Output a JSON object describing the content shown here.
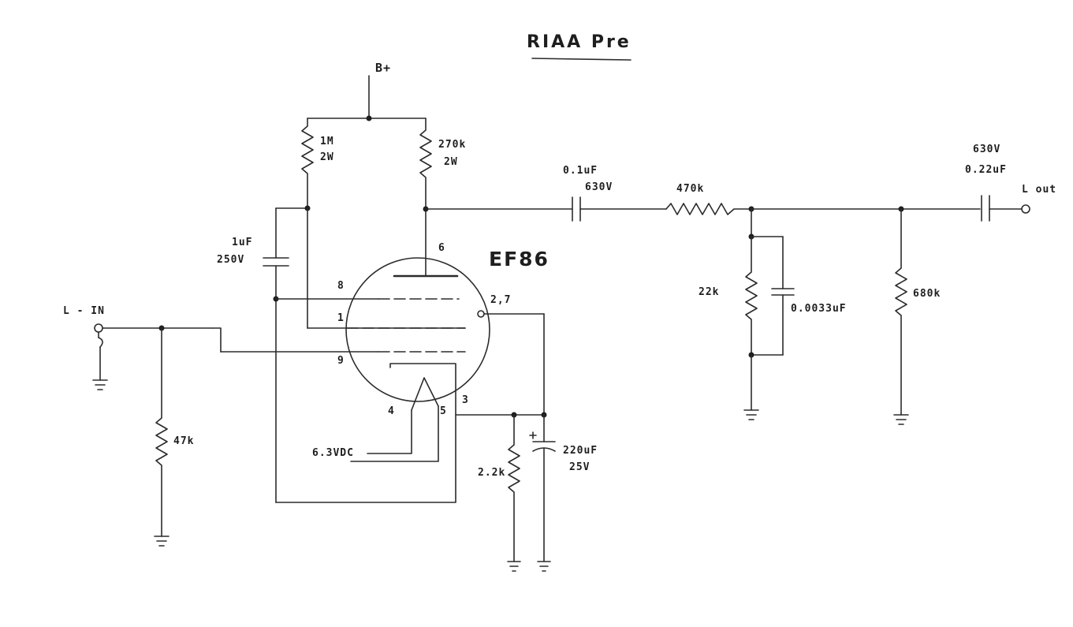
{
  "title": "RIAA Pre",
  "tube": {
    "name": "EF86",
    "pins": {
      "p1": "1",
      "p2_7": "2,7",
      "p3": "3",
      "p4": "4",
      "p5": "5",
      "p6": "6",
      "p8": "8",
      "p9": "9"
    }
  },
  "supply": "B+",
  "input_label": "L - IN",
  "output_label": "L out",
  "heater": "6.3VDC",
  "components": {
    "r_screen": {
      "value": "1M",
      "rating": "2W"
    },
    "r_plate": {
      "value": "270k",
      "rating": "2W"
    },
    "c_screen": {
      "value": "1uF",
      "rating": "250V"
    },
    "r_grid": {
      "value": "47k"
    },
    "r_cathode": {
      "value": "2.2k"
    },
    "c_cathode": {
      "value": "220uF",
      "rating": "25V"
    },
    "c_coupling": {
      "value": "0.1uF",
      "rating": "630V"
    },
    "r_series": {
      "value": "470k"
    },
    "r_shunt": {
      "value": "22k"
    },
    "c_shunt": {
      "value": "0.0033uF"
    },
    "r_load": {
      "value": "680k"
    },
    "c_output": {
      "value": "0.22uF",
      "rating": "630V"
    }
  },
  "colors": {
    "ink": "#1e1e1e",
    "paper": "#ffffff"
  }
}
